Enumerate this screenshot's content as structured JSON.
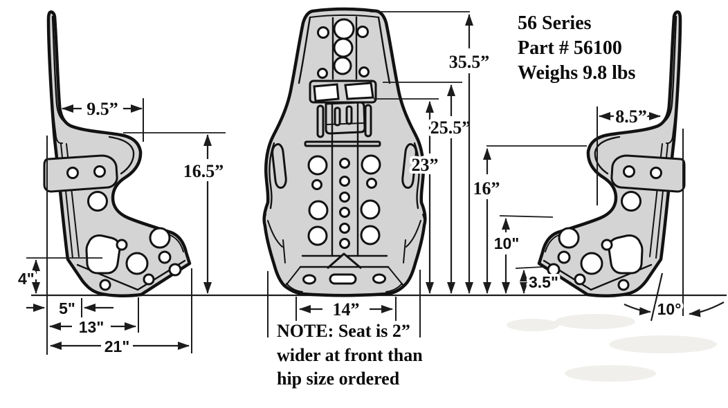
{
  "title_block": {
    "line1": "56 Series",
    "line2": "Part # 56100",
    "line3": "Weighs 9.8 lbs"
  },
  "note_block": {
    "line1": "NOTE:  Seat is 2”",
    "line2": "wider at front than",
    "line3": "hip size ordered"
  },
  "dimensions": {
    "side_left": {
      "shoulder_width": "9.5”",
      "back_height": "16.5”",
      "front_lip_height": "4\"",
      "front_setback": "5\"",
      "seat_depth": "13\"",
      "overall_depth": "21\""
    },
    "front": {
      "overall_height": "35.5”",
      "belt_slot_top_height": "25.5”",
      "belt_slot_bottom_height": "23”",
      "seat_pan_width": "14”"
    },
    "side_right": {
      "shoulder_width": "8.5”",
      "hip_height": "16”",
      "thigh_height": "10\"",
      "rear_lip_height": "3.5\"",
      "back_angle": "10°"
    }
  },
  "colors": {
    "seat_fill": "#d4d4d4",
    "outline": "#121212",
    "dimension_lines": "#1c1c1c",
    "background": "#ffffff"
  }
}
